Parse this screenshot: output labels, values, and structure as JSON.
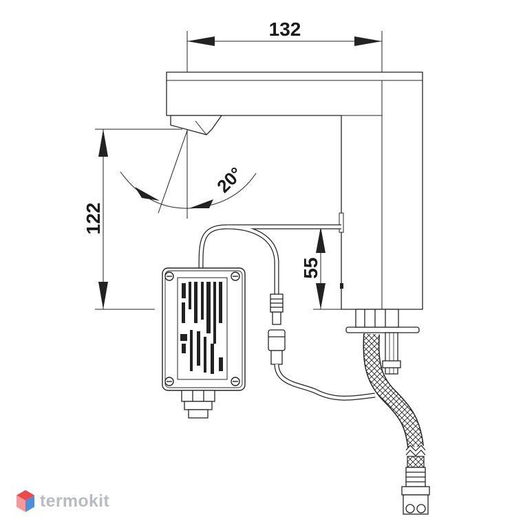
{
  "dimensions": {
    "width": "132",
    "height": "122",
    "sensor_height": "55",
    "angle": "20°"
  },
  "logo": {
    "text": "termokit",
    "colors": {
      "red": "#e94a4a",
      "blue": "#4a8fd8",
      "grey": "#b8bcc2"
    }
  }
}
